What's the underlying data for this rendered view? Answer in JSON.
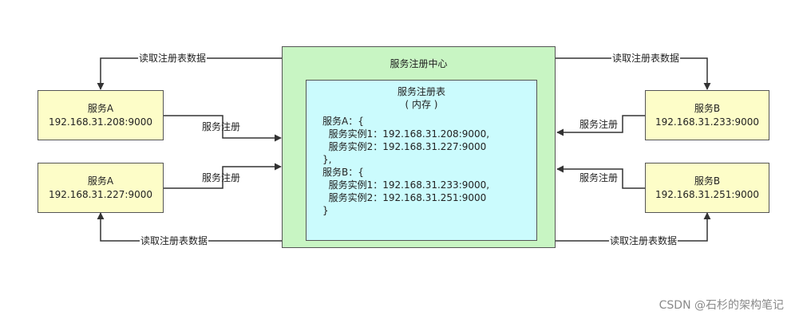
{
  "center": {
    "title": "服务注册中心"
  },
  "registry": {
    "title": "服务注册表",
    "subtitle": "( 内存 )",
    "lines": [
      "服务A：{",
      "  服务实例1：192.168.31.208:9000,",
      "  服务实例2：192.168.31.227:9000",
      "},",
      "服务B：{",
      "  服务实例1：192.168.31.233:9000,",
      "  服务实例2：192.168.31.251:9000",
      "}"
    ]
  },
  "services": [
    {
      "name": "服务A",
      "address": "192.168.31.208:9000"
    },
    {
      "name": "服务A",
      "address": "192.168.31.227:9000"
    },
    {
      "name": "服务B",
      "address": "192.168.31.233:9000"
    },
    {
      "name": "服务B",
      "address": "192.168.31.251:9000"
    }
  ],
  "labels": {
    "read_registry": "读取注册表数据",
    "register": "服务注册"
  },
  "watermark": "CSDN @石杉的架构笔记",
  "colors": {
    "service_fill": "#fdfdc8",
    "center_fill": "#c8f5c3",
    "registry_fill": "#cbfbfd",
    "line": "#333333"
  }
}
